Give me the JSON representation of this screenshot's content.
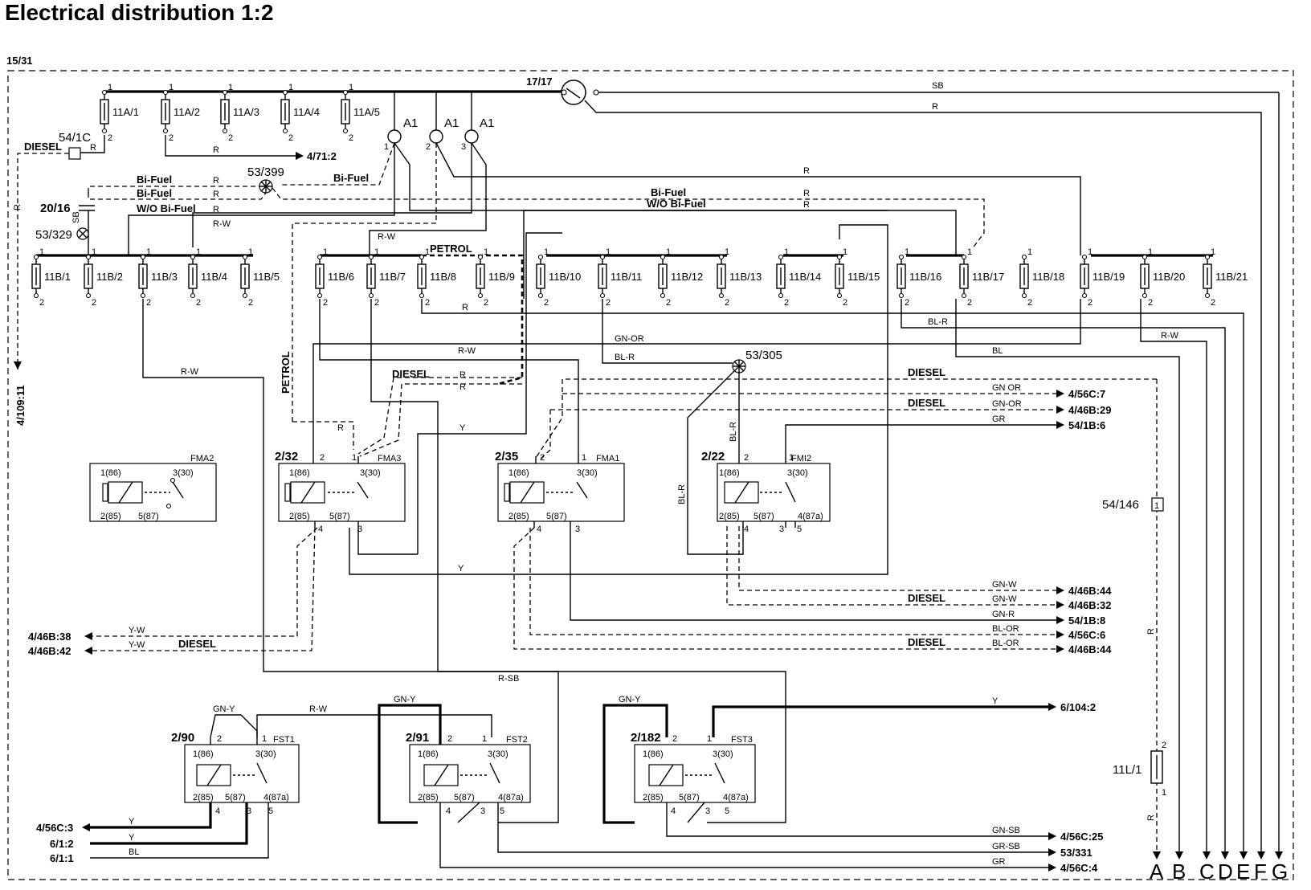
{
  "title": "Electrical distribution 1:2",
  "page_ref": "15/31",
  "main_node": "17/17",
  "fuses_11a": [
    "11A/1",
    "11A/2",
    "11A/3",
    "11A/4",
    "11A/5"
  ],
  "fuses_11b": [
    "11B/1",
    "11B/2",
    "11B/3",
    "11B/4",
    "11B/5",
    "11B/6",
    "11B/7",
    "11B/8",
    "11B/9",
    "11B/10",
    "11B/11",
    "11B/12",
    "11B/13",
    "11B/14",
    "11B/15",
    "11B/16",
    "11B/17",
    "11B/18",
    "11B/19",
    "11B/20",
    "11B/21"
  ],
  "pin_1": "1",
  "pin_2": "2",
  "pin_3": "3",
  "pin_4": "4",
  "pin_5": "5",
  "a1": "A1",
  "components": {
    "c54_1c": "54/1C",
    "c20_16": "20/16",
    "c53_329": "53/329",
    "c53_399": "53/399",
    "c53_305": "53/305",
    "c54_146": "54/146",
    "c54_146_pin": "1",
    "c11l_1": "11L/1",
    "sb": "SB"
  },
  "words": {
    "diesel": "DIESEL",
    "petrol": "PETROL",
    "bi_fuel": "Bi-Fuel",
    "wo_bi_fuel": "W/O Bi-Fuel"
  },
  "colors": {
    "r": "R",
    "sb": "SB",
    "rw": "R-W",
    "y": "Y",
    "yw": "Y-W",
    "bl": "BL",
    "blr": "BL-R",
    "gnor": "GN-OR",
    "gnor2": "GN OR",
    "gr": "GR",
    "gnw": "GN-W",
    "gnr": "GN-R",
    "blor": "BL-OR",
    "rsb": "R-SB",
    "gny": "GN-Y",
    "gnsb": "GN-SB",
    "grsb": "GR-SB"
  },
  "relays": [
    {
      "id": "",
      "name": "FMA2",
      "p1": "1(86)",
      "p2": "2(85)",
      "p3": "3(30)",
      "p5": "5(87)"
    },
    {
      "id": "2/32",
      "name": "FMA3",
      "p1": "1(86)",
      "p2": "2(85)",
      "p3": "3(30)",
      "p5": "5(87)"
    },
    {
      "id": "2/35",
      "name": "FMA1",
      "p1": "1(86)",
      "p2": "2(85)",
      "p3": "3(30)",
      "p5": "5(87)"
    },
    {
      "id": "2/22",
      "name": "FMI2",
      "p1": "1(86)",
      "p2": "2(85)",
      "p3": "3(30)",
      "p5": "5(87)",
      "p4": "4(87a)"
    },
    {
      "id": "2/90",
      "name": "FST1",
      "p1": "1(86)",
      "p2": "2(85)",
      "p3": "3(30)",
      "p5": "5(87)",
      "p4": "4(87a)"
    },
    {
      "id": "2/91",
      "name": "FST2",
      "p1": "1(86)",
      "p2": "2(85)",
      "p3": "3(30)",
      "p5": "5(87)",
      "p4": "4(87a)"
    },
    {
      "id": "2/182",
      "name": "FST3",
      "p1": "1(86)",
      "p2": "2(85)",
      "p3": "3(30)",
      "p5": "5(87)",
      "p4": "4(87a)"
    }
  ],
  "references": {
    "r_4_71_2": "4/71:2",
    "r_4_109_11": "4/109:11",
    "r_4_56c_7": "4/56C:7",
    "r_4_46b_29": "4/46B:29",
    "r_54_1b_6": "54/1B:6",
    "r_4_46b_44a": "4/46B:44",
    "r_4_46b_32": "4/46B:32",
    "r_54_1b_8": "54/1B:8",
    "r_4_56c_6": "4/56C:6",
    "r_4_46b_44b": "4/46B:44",
    "r_4_46b_38": "4/46B:38",
    "r_4_46b_42": "4/46B:42",
    "r_6_104_2": "6/104:2",
    "r_4_56c_3": "4/56C:3",
    "r_6_1_2": "6/1:2",
    "r_6_1_1": "6/1:1",
    "r_4_56c_25": "4/56C:25",
    "r_53_331": "53/331",
    "r_4_56c_4": "4/56C:4"
  },
  "outputs": [
    "A",
    "B",
    "C",
    "D",
    "E",
    "F",
    "G"
  ]
}
